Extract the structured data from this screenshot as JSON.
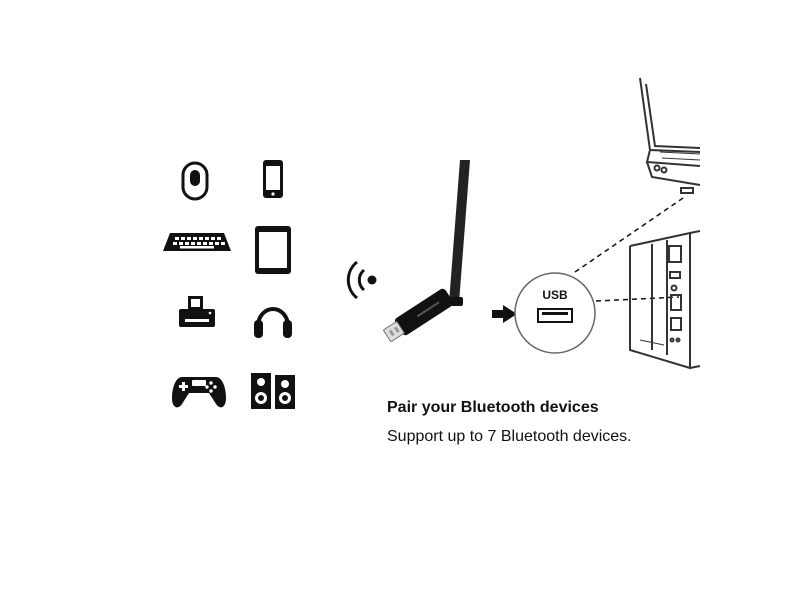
{
  "headline": "Pair your Bluetooth devices",
  "subline": "Support up to 7 Bluetooth devices.",
  "usb_label": "USB",
  "colors": {
    "ink": "#111111",
    "outline": "#555555",
    "background": "#ffffff"
  },
  "devices": [
    "mouse-icon",
    "smartphone-icon",
    "keyboard-icon",
    "tablet-icon",
    "printer-icon",
    "headphones-icon",
    "gamepad-icon",
    "speakers-icon"
  ]
}
